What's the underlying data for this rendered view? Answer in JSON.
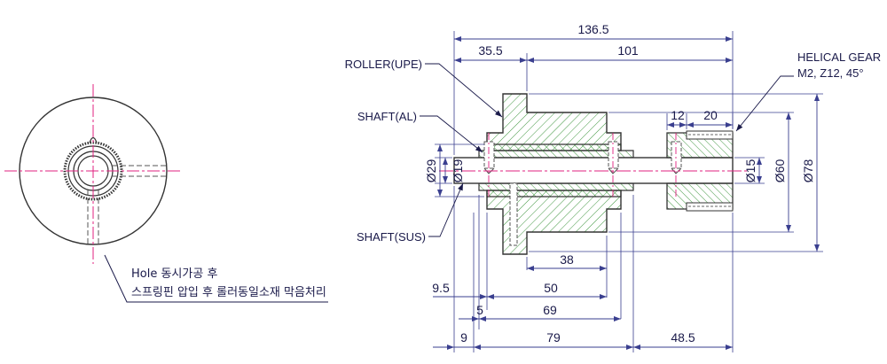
{
  "colors": {
    "outline": "#333333",
    "dimension": "#3a3f8f",
    "centerline": "#e0207f",
    "hatch": "#2a8a2a",
    "leader": "#1a1a4a"
  },
  "labels": {
    "roller": "ROLLER(UPE)",
    "shaft_al": "SHAFT(AL)",
    "shaft_sus": "SHAFT(SUS)",
    "gear_line1": "HELICAL GEAR",
    "gear_line2": "M2, Z12, 45°"
  },
  "note": {
    "line1": "Hole 동시가공 후",
    "line2": "스프링핀 압입 후 롤러동일소재 막음처리"
  },
  "dimensions": {
    "overall": "136.5",
    "roller_len": "35.5",
    "right_len": "101",
    "gear_a": "12",
    "gear_b": "20",
    "d29": "Ø29",
    "d19": "Ø19",
    "d15": "Ø15",
    "d60": "Ø60",
    "d78": "Ø78",
    "l38": "38",
    "l9_5": "9.5",
    "l50": "50",
    "l5": "5",
    "l69": "69",
    "l9": "9",
    "l79": "79",
    "l48_5": "48.5"
  }
}
